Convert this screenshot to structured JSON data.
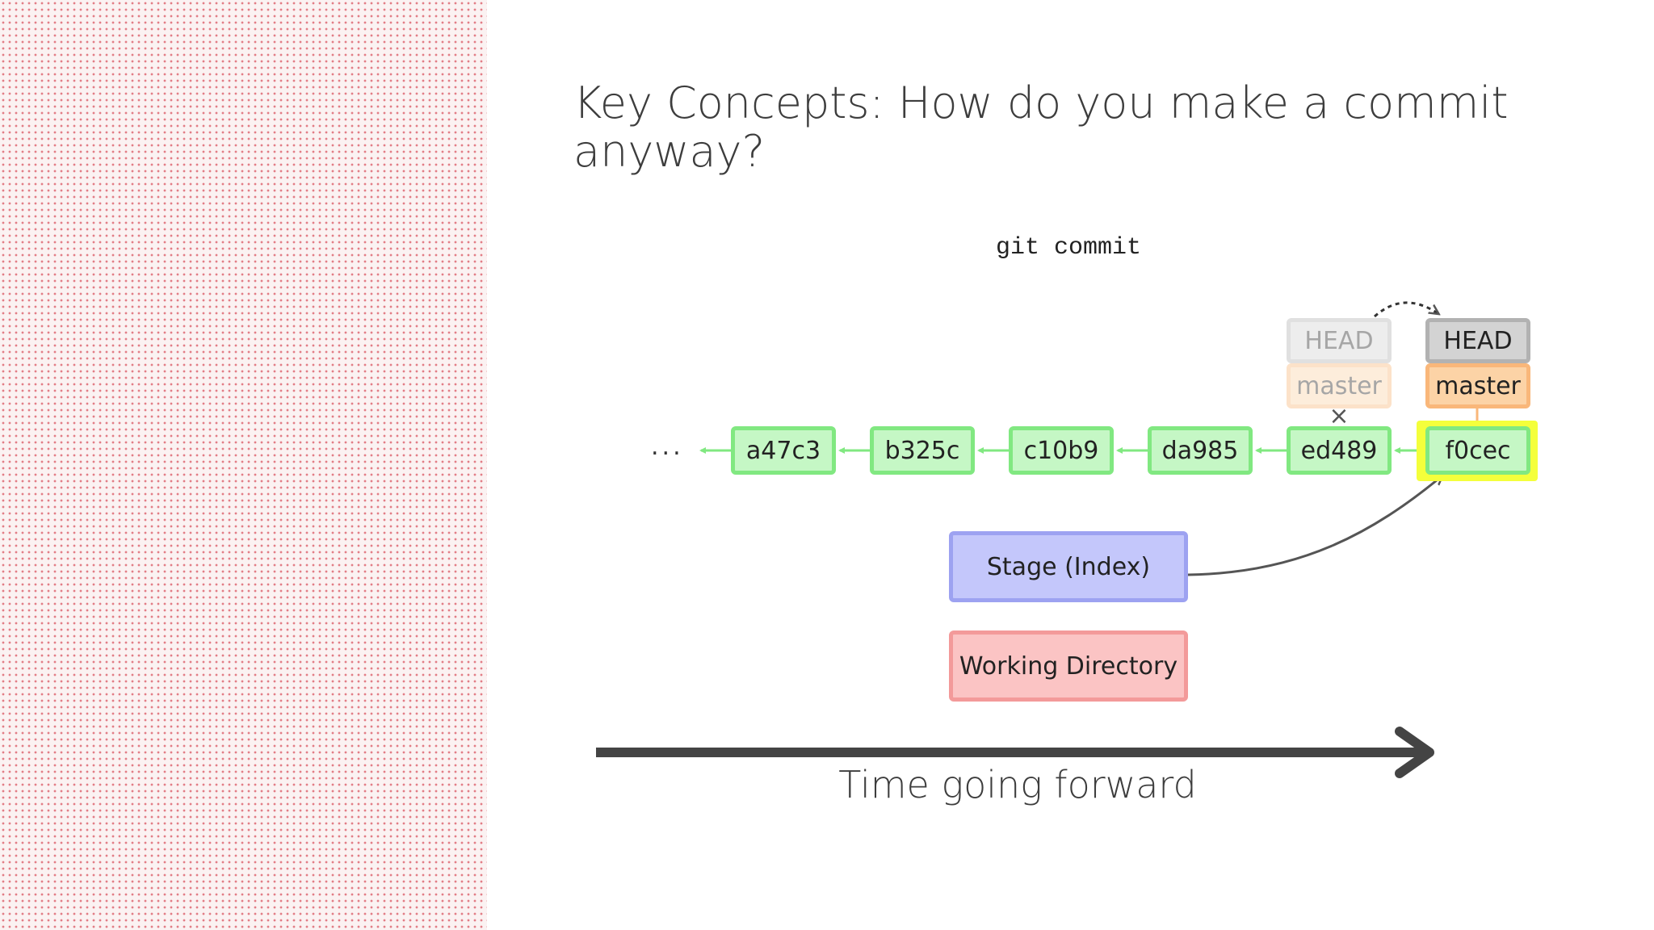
{
  "slide": {
    "title": "Key Concepts: How do you make a commit anyway?",
    "command": "git commit"
  },
  "diagram": {
    "ellipsis": "...",
    "commits": [
      "a47c3",
      "b325c",
      "c10b9",
      "da985",
      "ed489",
      "f0cec"
    ],
    "old_pointer": {
      "head": "HEAD",
      "branch": "master",
      "state": "faded",
      "removed_marker": "×"
    },
    "new_pointer": {
      "head": "HEAD",
      "branch": "master"
    },
    "stage_label": "Stage (Index)",
    "working_dir_label": "Working Directory",
    "time_label": "Time going forward"
  },
  "colors": {
    "commit_fill": "#c5f7c5",
    "commit_border": "#81e881",
    "stage_fill": "#c4c7fb",
    "working_fill": "#fbc4c4",
    "head_fill": "#d3d3d3",
    "branch_fill": "#fcd3a6",
    "highlight": "#f4ff3b",
    "background_dots": "#e27d86"
  }
}
